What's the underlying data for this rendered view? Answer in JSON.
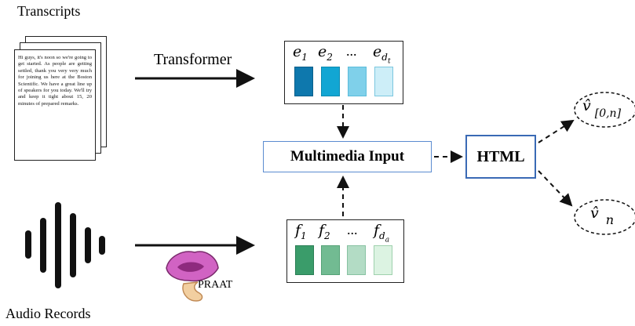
{
  "labels": {
    "transcripts": "Transcripts",
    "audio_records": "Audio Records",
    "transformer": "Transformer",
    "praat": "PRAAT",
    "multimedia_input": "Multimedia Input",
    "html": "HTML"
  },
  "transcript_text": "Hi guys, it's noon so we're going to get started. As people are getting settled, thank you very very much for joining us here at the Boston Scientific. We have a great line up of speakers for you today. We'll try and keep it tight about 15, 20 minutes of prepared remarks.",
  "text_embedding": {
    "symbols": [
      "e",
      "e",
      "...",
      "e"
    ],
    "subscripts": [
      "1",
      "2",
      "",
      "d_t"
    ],
    "cell_colors": [
      "#0e78ad",
      "#12a6d3",
      "#7fd0ea",
      "#cdeef8"
    ]
  },
  "audio_embedding": {
    "symbols": [
      "f",
      "f",
      "...",
      "f"
    ],
    "subscripts": [
      "1",
      "2",
      "",
      "d_a"
    ],
    "cell_colors": [
      "#3a9c6a",
      "#72bb92",
      "#b3dcc5",
      "#dcf3e2"
    ]
  },
  "outputs": {
    "top": {
      "symbol": "v̂",
      "sub": "[0,n]"
    },
    "bottom": {
      "symbol": "v̂",
      "sub": "n"
    }
  },
  "colors": {
    "box_border": "#3a6ab5",
    "speaker_pink": "#d163c3",
    "speaker_dark": "#8e2a7e",
    "ear_tan": "#f2cfa0"
  }
}
